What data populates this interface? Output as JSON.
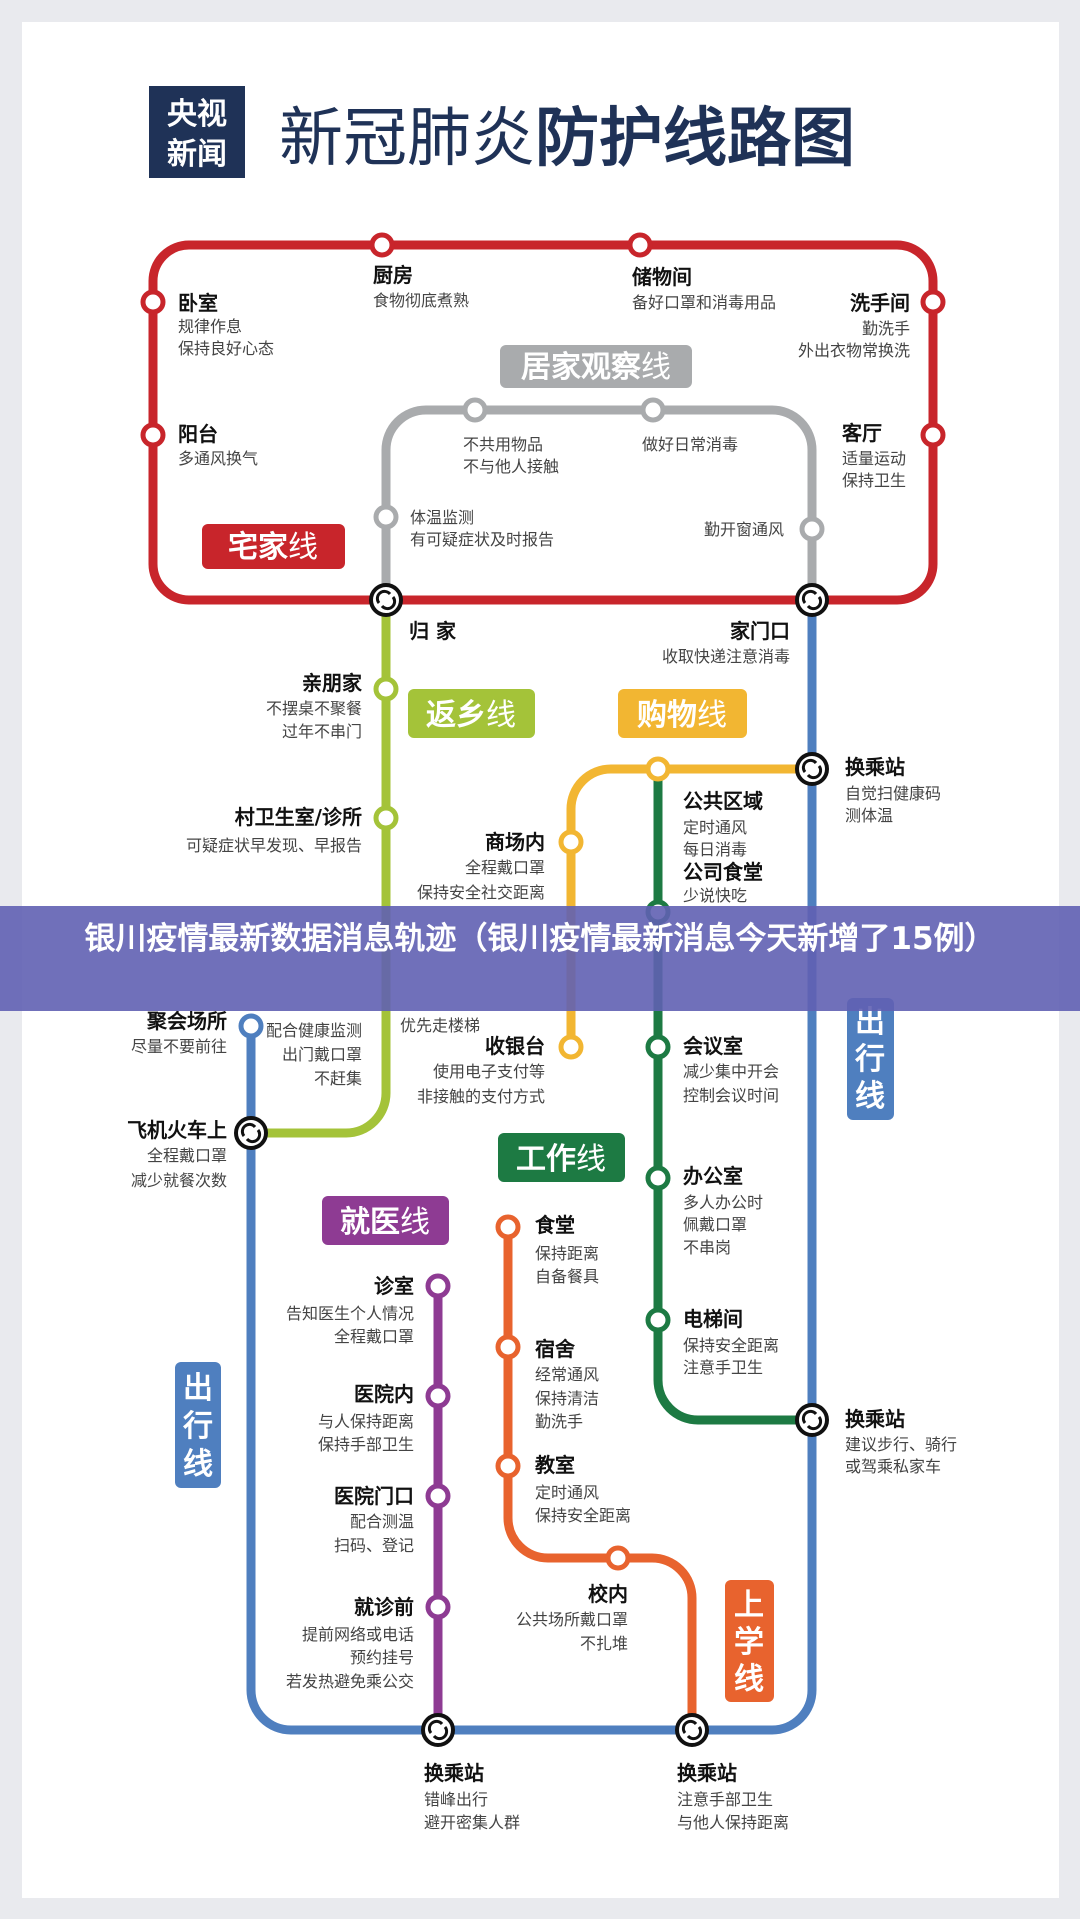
{
  "header": {
    "logo_line1": "央视",
    "logo_line2": "新闻",
    "title_light": "新冠肺炎",
    "title_bold": "防护线路图"
  },
  "banner": {
    "text": "银川疫情最新数据消息轨迹（银川疫情最新消息今天新增了15例）"
  },
  "colors": {
    "red": "#c8252b",
    "gray": "#a9abad",
    "lime": "#a4c339",
    "yellow": "#f2b632",
    "green": "#1d7a43",
    "blue": "#4f7fbf",
    "purple": "#8e3b93",
    "orange": "#e8632e"
  },
  "lines": {
    "home": {
      "main": "宅家",
      "suffix": "线"
    },
    "observe": {
      "main": "居家观察",
      "suffix": "线"
    },
    "return": {
      "main": "返乡",
      "suffix": "线"
    },
    "shop": {
      "main": "购物",
      "suffix": "线"
    },
    "work": {
      "main": "工作",
      "suffix": "线"
    },
    "medical": {
      "main": "就医",
      "suffix": "线"
    },
    "travel_right": {
      "c1": "出",
      "c2": "行",
      "c3": "线"
    },
    "travel_left": {
      "c1": "出",
      "c2": "行",
      "c3": "线"
    },
    "school": {
      "c1": "上",
      "c2": "学",
      "c3": "线"
    }
  },
  "stations": {
    "bedroom": {
      "title": "卧室",
      "lines": [
        "规律作息",
        "保持良好心态"
      ]
    },
    "balcony": {
      "title": "阳台",
      "lines": [
        "多通风换气"
      ]
    },
    "kitchen": {
      "title": "厨房",
      "lines": [
        "食物彻底煮熟"
      ]
    },
    "storage": {
      "title": "储物间",
      "lines": [
        "备好口罩和消毒用品"
      ]
    },
    "washroom": {
      "title": "洗手间",
      "lines": [
        "勤洗手",
        "外出衣物常换洗"
      ]
    },
    "living": {
      "title": "客厅",
      "lines": [
        "适量运动",
        "保持卫生"
      ]
    },
    "obs1": {
      "title": "",
      "lines": [
        "不共用物品",
        "不与他人接触"
      ]
    },
    "obs2": {
      "title": "",
      "lines": [
        "做好日常消毒"
      ]
    },
    "obs3": {
      "title": "",
      "lines": [
        "体温监测",
        "有可疑症状及时报告"
      ]
    },
    "obs4": {
      "title": "",
      "lines": [
        "勤开窗通风"
      ]
    },
    "return_home": {
      "title": "归 家",
      "lines": []
    },
    "doorway": {
      "title": "家门口",
      "lines": [
        "收取快递注意消毒"
      ]
    },
    "relatives": {
      "title": "亲朋家",
      "lines": [
        "不摆桌不聚餐",
        "过年不串门"
      ]
    },
    "clinic": {
      "title": "村卫生室/诊所",
      "lines": [
        "可疑症状早发现、早报告"
      ]
    },
    "market": {
      "title": "",
      "lines": [
        "配合健康监测",
        "出门戴口罩",
        "不赶集"
      ]
    },
    "mall": {
      "title": "商场内",
      "lines": [
        "全程戴口罩",
        "保持安全社交距离"
      ]
    },
    "stairs": {
      "title": "",
      "lines": [
        "优先走楼梯"
      ]
    },
    "cashier": {
      "title": "收银台",
      "lines": [
        "使用电子支付等",
        "非接触的支付方式"
      ]
    },
    "public": {
      "title": "公共区域",
      "lines": [
        "定时通风",
        "每日消毒"
      ]
    },
    "canteen_co": {
      "title": "公司食堂",
      "lines": [
        "少说快吃"
      ]
    },
    "meeting": {
      "title": "会议室",
      "lines": [
        "减少集中开会",
        "控制会议时间"
      ]
    },
    "office": {
      "title": "办公室",
      "lines": [
        "多人办公时",
        "佩戴口罩",
        "不串岗"
      ]
    },
    "elevator": {
      "title": "电梯间",
      "lines": [
        "保持安全距离",
        "注意手卫生"
      ]
    },
    "transfer1": {
      "title": "换乘站",
      "lines": [
        "自觉扫健康码",
        "测体温"
      ]
    },
    "gathering": {
      "title": "聚会场所",
      "lines": [
        "尽量不要前往"
      ]
    },
    "plane": {
      "title": "飞机火车上",
      "lines": [
        "全程戴口罩",
        "减少就餐次数"
      ]
    },
    "transfer2": {
      "title": "换乘站",
      "lines": [
        "建议步行、骑行",
        "或驾乘私家车"
      ]
    },
    "transfer3": {
      "title": "换乘站",
      "lines": [
        "错峰出行",
        "避开密集人群"
      ]
    },
    "transfer4": {
      "title": "换乘站",
      "lines": [
        "注意手部卫生",
        "与他人保持距离"
      ]
    },
    "consult": {
      "title": "诊室",
      "lines": [
        "告知医生个人情况",
        "全程戴口罩"
      ]
    },
    "hospital_in": {
      "title": "医院内",
      "lines": [
        "与人保持距离",
        "保持手部卫生"
      ]
    },
    "hospital_gate": {
      "title": "医院门口",
      "lines": [
        "配合测温",
        "扫码、登记"
      ]
    },
    "before_visit": {
      "title": "就诊前",
      "lines": [
        "提前网络或电话",
        "预约挂号",
        "若发热避免乘公交"
      ]
    },
    "canteen": {
      "title": "食堂",
      "lines": [
        "保持距离",
        "自备餐具"
      ]
    },
    "dorm": {
      "title": "宿舍",
      "lines": [
        "经常通风",
        "保持清洁",
        "勤洗手"
      ]
    },
    "classroom": {
      "title": "教室",
      "lines": [
        "定时通风",
        "保持安全距离"
      ]
    },
    "campus": {
      "title": "校内",
      "lines": [
        "公共场所戴口罩",
        "不扎堆"
      ]
    }
  }
}
